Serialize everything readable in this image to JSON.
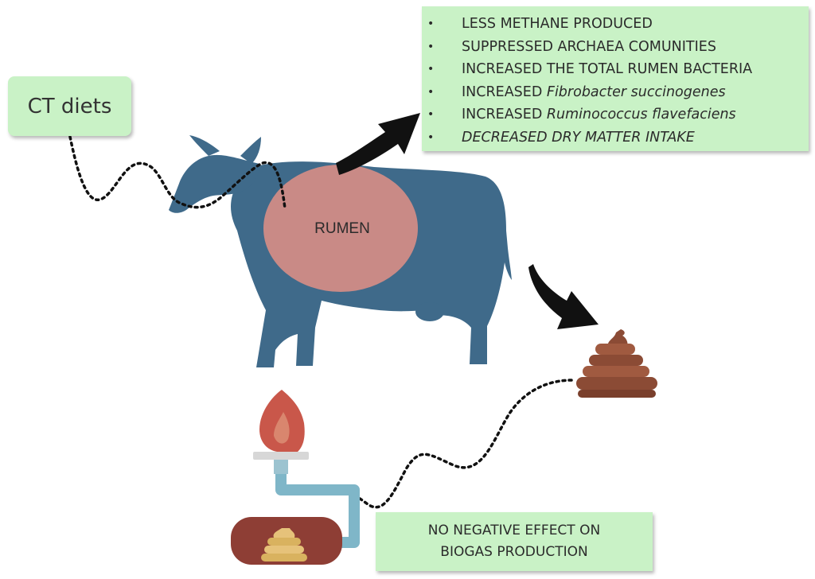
{
  "ct_label": "CT diets",
  "rumen_label": "RUMEN",
  "effects": [
    {
      "bullet": "•",
      "parts": [
        {
          "text": "LESS METHANE PRODUCED",
          "italic": false
        }
      ]
    },
    {
      "bullet": "•",
      "parts": [
        {
          "text": "SUPPRESSED ARCHAEA COMUNITIES",
          "italic": false
        }
      ]
    },
    {
      "bullet": "•",
      "parts": [
        {
          "text": "INCREASED THE TOTAL RUMEN BACTERIA",
          "italic": false
        }
      ]
    },
    {
      "bullet": "•",
      "parts": [
        {
          "text": "INCREASED ",
          "italic": false
        },
        {
          "text": "Fibrobacter succinogenes",
          "italic": true
        }
      ]
    },
    {
      "bullet": "•",
      "parts": [
        {
          "text": "INCREASED ",
          "italic": false
        },
        {
          "text": "Ruminococcus flavefaciens",
          "italic": true
        }
      ]
    },
    {
      "bullet": "•",
      "parts": [
        {
          "text": "DECREASED DRY MATTER INTAKE",
          "italic": true
        }
      ]
    }
  ],
  "biogas": {
    "line1": "NO NEGATIVE EFFECT ON",
    "line2": "BIOGAS PRODUCTION"
  },
  "colors": {
    "cow": "#3f6a8a",
    "rumen": "#c98a86",
    "box": "#c9f2c6",
    "arrow": "#111111",
    "manure": "#8b4b35",
    "flame": "#c9574a",
    "pipe": "#7fb6c8",
    "tank": "#8e3e35"
  }
}
